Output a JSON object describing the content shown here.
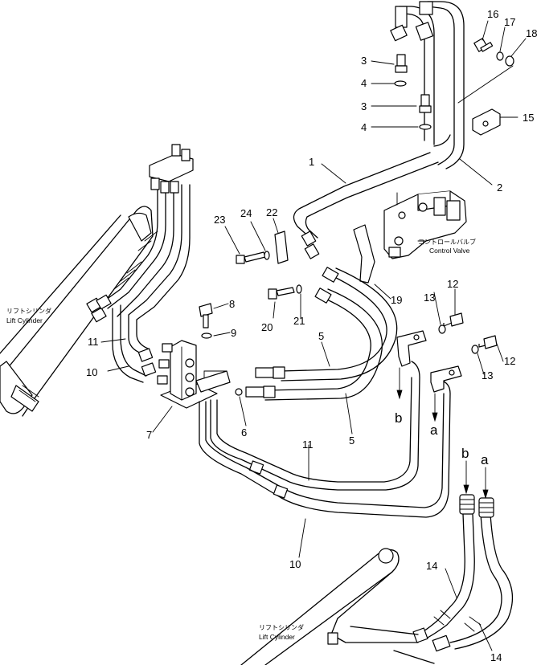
{
  "callouts": {
    "n1": "1",
    "n2": "2",
    "n3a": "3",
    "n3b": "3",
    "n4a": "4",
    "n4b": "4",
    "n5a": "5",
    "n5b": "5",
    "n6": "6",
    "n7": "7",
    "n8": "8",
    "n9": "9",
    "n10a": "10",
    "n10b": "10",
    "n11a": "11",
    "n11b": "11",
    "n12a": "12",
    "n12b": "12",
    "n13a": "13",
    "n13b": "13",
    "n14a": "14",
    "n14b": "14",
    "n15": "15",
    "n16": "16",
    "n17": "17",
    "n18": "18",
    "n19": "19",
    "n20": "20",
    "n21": "21",
    "n22": "22",
    "n23": "23",
    "n24": "24"
  },
  "connection_letters": {
    "b_upper": "b",
    "a_upper": "a",
    "b_lower": "b",
    "a_lower": "a"
  },
  "labels": {
    "control_valve_jp": "コントロールバルブ",
    "control_valve_en": "Control Valve",
    "lift_cylinder_left_jp": "リフトシリンダ",
    "lift_cylinder_left_en": "Lift Cylinder",
    "lift_cylinder_bottom_jp": "リフトシリンダ",
    "lift_cylinder_bottom_en": "Lift Cylinder"
  },
  "colors": {
    "line": "#000000",
    "background": "#ffffff"
  }
}
